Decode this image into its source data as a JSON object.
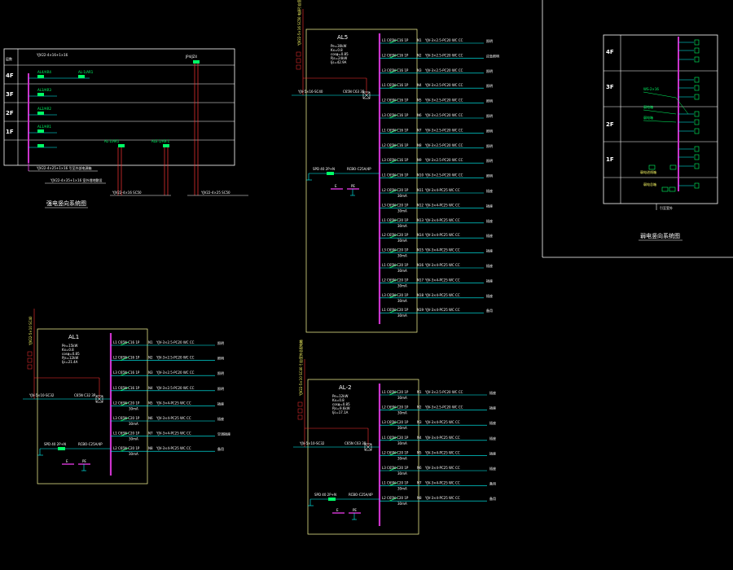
{
  "colors": {
    "background": "#000000",
    "frame": "#ffffff",
    "panel_border": "#ffff99",
    "busbar": "#cc33cc",
    "feeder_line": "#00ffff",
    "breaker": "#00ff66",
    "riser": "#ff3333",
    "incoming": "#ff3333"
  },
  "diagram_left": {
    "header": "层数",
    "floors": [
      "4F",
      "3F",
      "2F",
      "1F"
    ],
    "labels": {
      "al4": "AL4/AR4",
      "al4b": "AL-1/AR1",
      "al3": "AL3/AR3",
      "al2": "AL2/AR2",
      "al1": "AL1/AR1",
      "top_line": "YJV22-4×16+1×16",
      "incoming1": "YJV22-4×25+1×16 引至外部电源箱",
      "incoming2": "YJV22-4×35+1×16 室外埋地敷设",
      "bottom1": "YJV22-4×16 SC50",
      "bottom2": "YJV22-4×25 SC50",
      "top_right_label": "JP4/JZ4",
      "mid1": "AL-1/AR1",
      "mid2": "ALE-1/AR-1"
    },
    "title": "强电竖向系统图"
  },
  "panel_al5": {
    "name": "AL5",
    "info": [
      "Pe=30kW",
      "Kx=0.8",
      "cosφ=0.85",
      "Pjs=24kW",
      "Ijs=42.9A"
    ],
    "main_breaker": "C65N C63 3P",
    "incoming_cable": "YJV-5×16-SC40",
    "spd": "SPD 40 2P+N",
    "rcd": "RCBO-C25A/4P",
    "vertical_label": "YJV22-5×16 SC50 电源引自室外",
    "feeders": [
      {
        "phase": "L1",
        "breaker": "C65N C16 1P",
        "no": "N1",
        "cable": "YJV-3×2.5-PC20 WC CC",
        "load": "照明"
      },
      {
        "phase": "L2",
        "breaker": "C65N C16 1P",
        "no": "N2",
        "cable": "YJV-3×2.5-PC20 WC CC",
        "load": "应急照明"
      },
      {
        "phase": "L3",
        "breaker": "C65N C16 1P",
        "no": "N3",
        "cable": "YJV-3×2.5-PC20 WC CC",
        "load": "照明"
      },
      {
        "phase": "L1",
        "breaker": "C65N C16 1P",
        "no": "N4",
        "cable": "YJV-3×2.5-PC20 WC CC",
        "load": "照明"
      },
      {
        "phase": "L2",
        "breaker": "C65N C16 1P",
        "no": "N5",
        "cable": "YJV-3×2.5-PC20 WC CC",
        "load": "照明"
      },
      {
        "phase": "L3",
        "breaker": "C65N C16 1P",
        "no": "N6",
        "cable": "YJV-3×2.5-PC20 WC CC",
        "load": "照明"
      },
      {
        "phase": "L1",
        "breaker": "C65N C16 1P",
        "no": "N7",
        "cable": "YJV-3×2.5-PC20 WC CC",
        "load": "照明"
      },
      {
        "phase": "L2",
        "breaker": "C65N C16 1P",
        "no": "N8",
        "cable": "YJV-3×2.5-PC20 WC CC",
        "load": "照明"
      },
      {
        "phase": "L3",
        "breaker": "C65N C16 1P",
        "no": "N9",
        "cable": "YJV-3×2.5-PC20 WC CC",
        "load": "照明"
      },
      {
        "phase": "L1",
        "breaker": "C65N C16 1P",
        "no": "N10",
        "cable": "YJV-3×2.5-PC20 WC CC",
        "load": "照明"
      },
      {
        "phase": "L2",
        "breaker": "C65N C20 1P",
        "no": "N11",
        "cable": "YJV-3×4-PC25 WC CC",
        "load": "插座",
        "rcd": "30mA"
      },
      {
        "phase": "L3",
        "breaker": "C65N C20 1P",
        "no": "N12",
        "cable": "YJV-3×4-PC25 WC CC",
        "load": "插座",
        "rcd": "30mA"
      },
      {
        "phase": "L1",
        "breaker": "C65N C20 1P",
        "no": "N13",
        "cable": "YJV-3×4-PC25 WC CC",
        "load": "插座",
        "rcd": "30mA"
      },
      {
        "phase": "L2",
        "breaker": "C65N C20 1P",
        "no": "N14",
        "cable": "YJV-3×4-PC25 WC CC",
        "load": "插座",
        "rcd": "30mA"
      },
      {
        "phase": "L3",
        "breaker": "C65N C20 1P",
        "no": "N15",
        "cable": "YJV-3×4-PC25 WC CC",
        "load": "插座",
        "rcd": "30mA"
      },
      {
        "phase": "L1",
        "breaker": "C65N C20 1P",
        "no": "N16",
        "cable": "YJV-3×4-PC25 WC CC",
        "load": "插座",
        "rcd": "30mA"
      },
      {
        "phase": "L2",
        "breaker": "C65N C20 1P",
        "no": "N17",
        "cable": "YJV-3×4-PC25 WC CC",
        "load": "插座",
        "rcd": "30mA"
      },
      {
        "phase": "L3",
        "breaker": "C65N C20 1P",
        "no": "N18",
        "cable": "YJV-3×4-PC25 WC CC",
        "load": "插座",
        "rcd": "30mA"
      },
      {
        "phase": "L1",
        "breaker": "C65N C20 1P",
        "no": "N19",
        "cable": "YJV-3×4-PC25 WC CC",
        "load": "备用",
        "rcd": "30mA"
      }
    ],
    "pe_label": "E",
    "pe2_label": "PE"
  },
  "panel_al1": {
    "name": "AL1",
    "info": [
      "Pe=15kW",
      "Kx=0.8",
      "cosφ=0.85",
      "Pjs=12kW",
      "Ijs=21.4A"
    ],
    "main_breaker": "C65N C32 3P",
    "incoming_cable": "YJV-5×10-SC32",
    "spd": "SPD 40 2P+N",
    "rcd": "RCBO-C25A/4P",
    "vertical_label": "YJV22-5×10 SC40",
    "feeders": [
      {
        "phase": "L1",
        "breaker": "C65N C16 1P",
        "no": "N1",
        "cable": "YJV-3×2.5-PC20 WC CC",
        "load": "照明"
      },
      {
        "phase": "L2",
        "breaker": "C65N C16 1P",
        "no": "N2",
        "cable": "YJV-3×2.5-PC20 WC CC",
        "load": "照明"
      },
      {
        "phase": "L3",
        "breaker": "C65N C16 1P",
        "no": "N3",
        "cable": "YJV-3×2.5-PC20 WC CC",
        "load": "照明"
      },
      {
        "phase": "L1",
        "breaker": "C65N C16 1P",
        "no": "N4",
        "cable": "YJV-3×2.5-PC20 WC CC",
        "load": "照明"
      },
      {
        "phase": "L2",
        "breaker": "C65N C20 1P",
        "no": "N5",
        "cable": "YJV-3×4-PC25 WC CC",
        "load": "插座",
        "rcd": "30mA"
      },
      {
        "phase": "L3",
        "breaker": "C65N C20 1P",
        "no": "N6",
        "cable": "YJV-3×4-PC25 WC CC",
        "load": "插座",
        "rcd": "30mA"
      },
      {
        "phase": "L1",
        "breaker": "C65N C20 1P",
        "no": "N7",
        "cable": "YJV-3×4-PC25 WC CC",
        "load": "空调插座",
        "rcd": "30mA"
      },
      {
        "phase": "L2",
        "breaker": "C65N C20 1P",
        "no": "N8",
        "cable": "YJV-3×4-PC25 WC CC",
        "load": "备用",
        "rcd": "30mA"
      }
    ],
    "pe_label": "E",
    "pe2_label": "PE"
  },
  "panel_al2": {
    "name": "AL-2",
    "info": [
      "Pe=12kW",
      "Kx=0.8",
      "cosφ=0.85",
      "Pjs=9.6kW",
      "Ijs=17.1A"
    ],
    "main_breaker": "C65N C63 3P",
    "incoming_cable": "YJV-5×10-SC32",
    "spd": "SPD 40 2P+N",
    "rcd": "RCBO-C25A/4P",
    "vertical_label": "YJV22-5×10 SC40 引自室外总配电箱",
    "feeders": [
      {
        "phase": "L1",
        "breaker": "C65N C20 1P",
        "no": "N1",
        "cable": "YJV-3×2.5-PC20 WC CC",
        "load": "插座",
        "rcd": "30mA"
      },
      {
        "phase": "L2",
        "breaker": "C65N C20 1P",
        "no": "N2",
        "cable": "YJV-3×2.5-PC20 WC CC",
        "load": "插座",
        "rcd": "30mA"
      },
      {
        "phase": "L3",
        "breaker": "C65N C20 1P",
        "no": "N3",
        "cable": "YJV-3×4-PC25 WC CC",
        "load": "插座",
        "rcd": "30mA"
      },
      {
        "phase": "L1",
        "breaker": "C65N C20 1P",
        "no": "N4",
        "cable": "YJV-3×4-PC25 WC CC",
        "load": "插座",
        "rcd": "30mA"
      },
      {
        "phase": "L2",
        "breaker": "C65N C20 1P",
        "no": "N5",
        "cable": "YJV-3×4-PC25 WC CC",
        "load": "插座",
        "rcd": "30mA"
      },
      {
        "phase": "L3",
        "breaker": "C65N C20 1P",
        "no": "N6",
        "cable": "YJV-3×4-PC25 WC CC",
        "load": "插座",
        "rcd": "30mA"
      },
      {
        "phase": "L1",
        "breaker": "C65N C20 1P",
        "no": "N7",
        "cable": "YJV-3×4-PC25 WC CC",
        "load": "备用",
        "rcd": "30mA"
      },
      {
        "phase": "L2",
        "breaker": "C65N C20 1P",
        "no": "N8",
        "cable": "YJV-3×4-PC25 WC CC",
        "load": "备用",
        "rcd": "30mA"
      }
    ],
    "pe_label": "E",
    "pe2_label": "PE"
  },
  "diagram_right": {
    "floors": [
      "4F",
      "3F",
      "2F",
      "1F"
    ],
    "labels": {
      "riser1": "WS-2×16",
      "box1": "弱电箱",
      "box2": "弱电箱",
      "bottom1": "弱电进线箱",
      "bottom2": "弱电总箱",
      "bottom3": "引至室外"
    },
    "title": "弱电竖向系统图"
  }
}
